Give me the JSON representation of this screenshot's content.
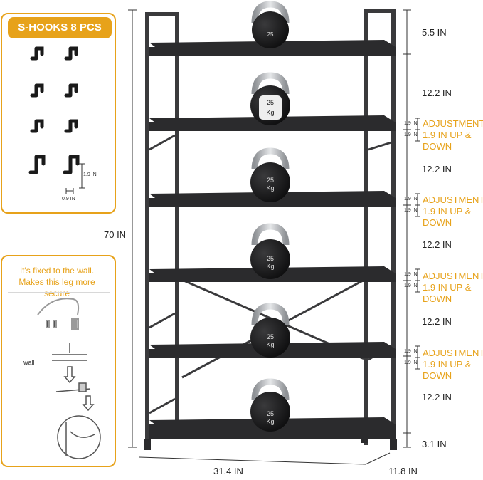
{
  "hooks_panel": {
    "title": "S-HOOKS 8 PCS",
    "hook_height": "1.9 IN",
    "hook_width": "0.9 IN"
  },
  "wall_panel": {
    "line1": "It's fixed to the wall.",
    "line2": "Makes this leg more secure",
    "wall_label": "wall"
  },
  "kettlebell_label": {
    "top": "25",
    "bottom": "Kg"
  },
  "dimensions": {
    "top_gap": "5.5 IN",
    "shelf_gap_1": "12.2 IN",
    "shelf_gap_2": "12.2 IN",
    "shelf_gap_3": "12.2 IN",
    "shelf_gap_4": "12.2 IN",
    "shelf_gap_5": "12.2 IN",
    "bottom_gap": "3.1 IN",
    "height": "70 IN",
    "width": "31.4 IN",
    "depth": "11.8 IN",
    "step": "1.9 IN"
  },
  "adjustment": {
    "line1": "ADJUSTMENT",
    "line2": "1.9 IN UP &",
    "line3": "DOWN"
  },
  "colors": {
    "accent": "#e7a21a",
    "frame": "#3a3a3c",
    "shelf": "#2b2b2d",
    "kettlebell_body": "#1f1f21",
    "kettlebell_handle": "#b9bcc0"
  }
}
